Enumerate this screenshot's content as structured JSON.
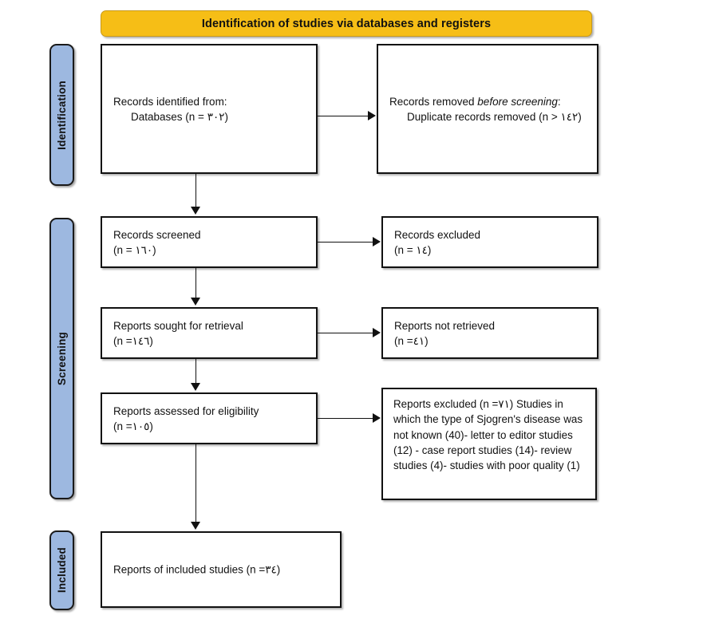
{
  "banner": {
    "title": "Identification of studies via databases and registers",
    "color": "#F6BE16"
  },
  "stages": [
    {
      "id": "identification",
      "label": "Identification",
      "color": "#9DB8E0"
    },
    {
      "id": "screening",
      "label": "Screening",
      "color": "#9DB8E0"
    },
    {
      "id": "included",
      "label": "Included",
      "color": "#9DB8E0"
    }
  ],
  "boxes": {
    "identified": {
      "line1": "Records identified from:",
      "line2": "Databases (n = ٣٠٢)"
    },
    "removed": {
      "line1_prefix": "Records removed ",
      "line1_italic": "before screening",
      "line1_suffix": ":",
      "line2": "Duplicate records removed (n > ١٤٢)"
    },
    "screened": {
      "line1": "Records screened",
      "line2": "(n = ١٦٠)"
    },
    "records_excluded": {
      "line1": "Records excluded",
      "line2": "(n = ١٤)"
    },
    "sought": {
      "line1": "Reports sought for retrieval",
      "line2": "(n =١٤٦)"
    },
    "not_retrieved": {
      "line1": "Reports not retrieved",
      "line2": "(n =٤١)"
    },
    "assessed": {
      "line1": "Reports assessed for eligibility",
      "line2": "(n =١٠٥)"
    },
    "reports_excluded": {
      "text": "Reports excluded (n =٧١) Studies in which the type of Sjogren's disease was not known (40)- letter to editor studies (12) - case report studies (14)- review studies (4)- studies with poor quality (1)"
    },
    "included": {
      "line1": "Reports of included studies (n =٣٤)"
    }
  },
  "connectors": [
    {
      "name": "identified-to-removed",
      "type": "horizontal-arrow"
    },
    {
      "name": "identified-to-screened",
      "type": "vertical-arrow"
    },
    {
      "name": "screened-to-records-excluded",
      "type": "horizontal-arrow"
    },
    {
      "name": "screened-to-sought",
      "type": "vertical-arrow"
    },
    {
      "name": "sought-to-not-retrieved",
      "type": "horizontal-arrow"
    },
    {
      "name": "sought-to-assessed",
      "type": "vertical-arrow"
    },
    {
      "name": "assessed-to-reports-excluded",
      "type": "horizontal-arrow"
    },
    {
      "name": "assessed-to-included",
      "type": "vertical-arrow"
    }
  ]
}
